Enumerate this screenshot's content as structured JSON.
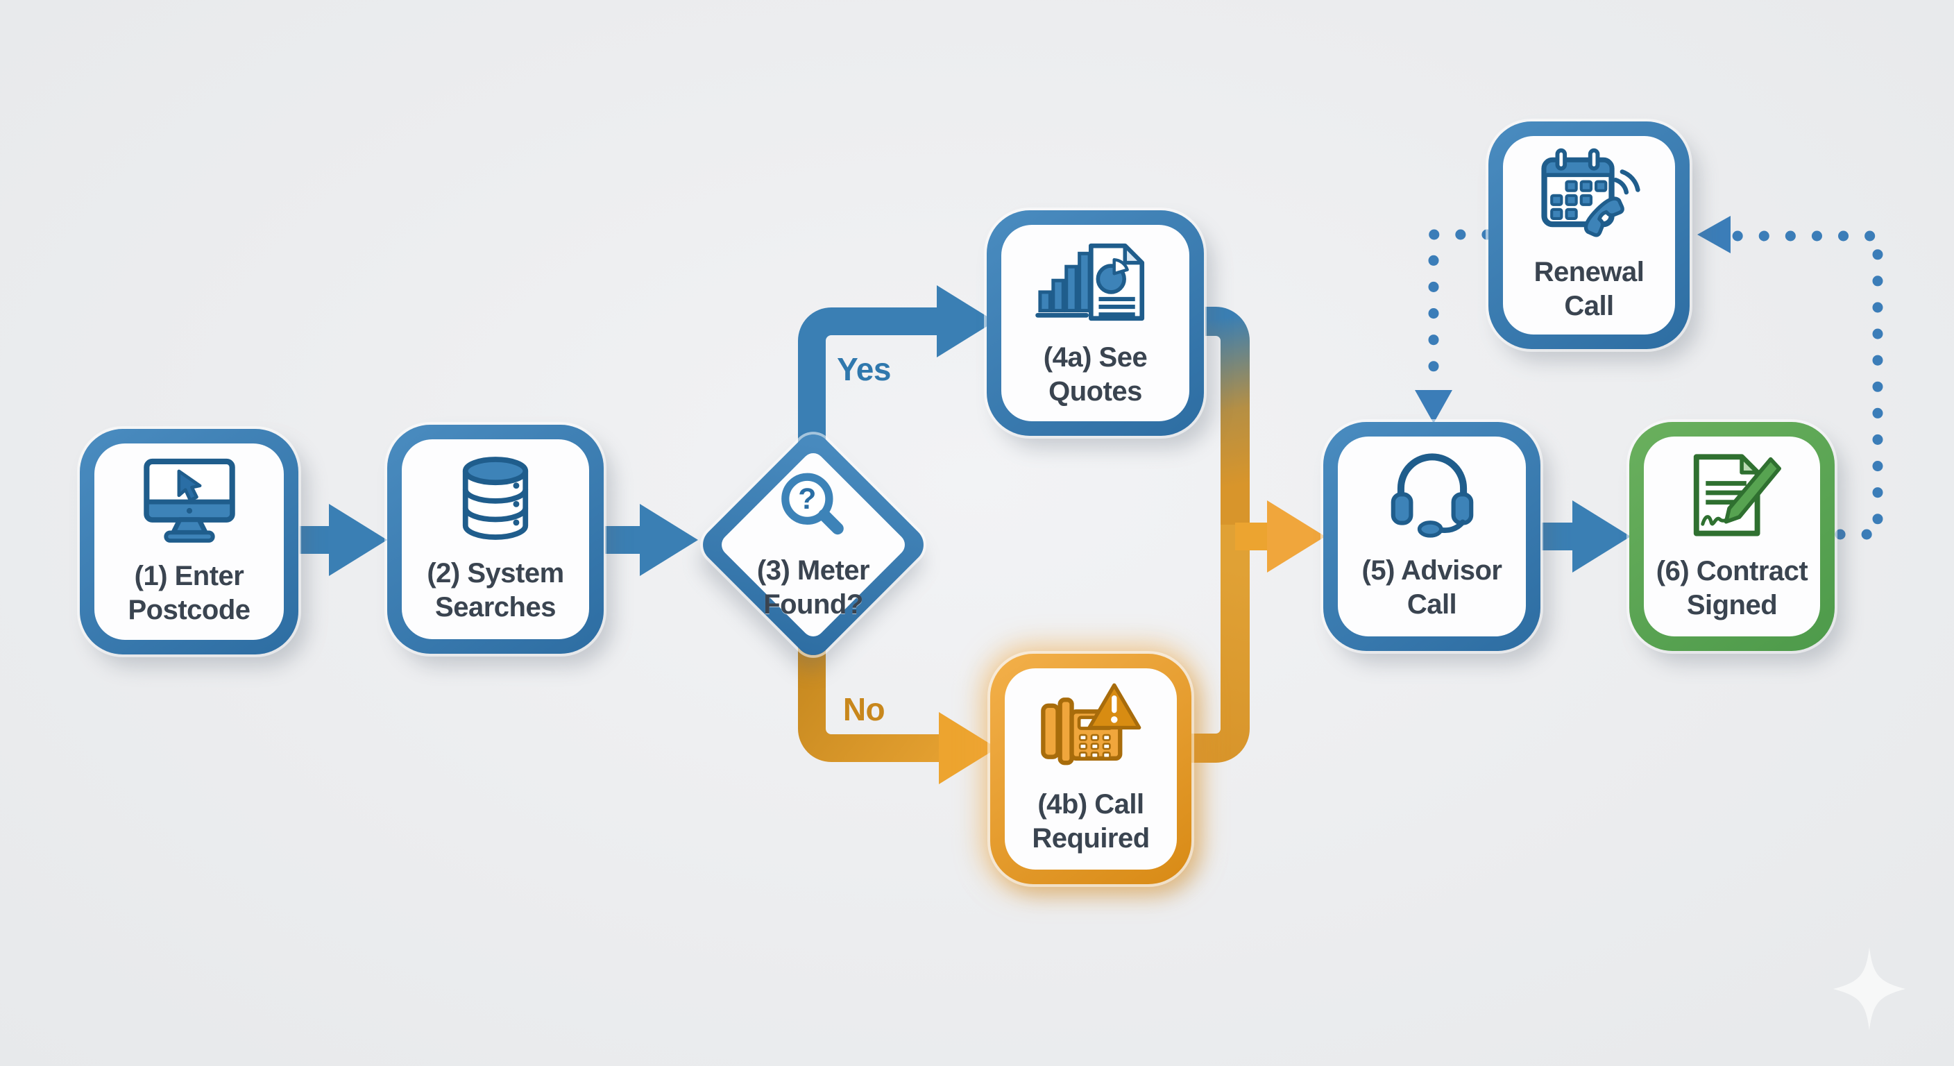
{
  "diagram": {
    "type": "flowchart",
    "description_visible_text_only": true
  },
  "nodes": [
    {
      "id": "enter-postcode",
      "label": "(1) Enter Postcode",
      "shape": "rounded-square",
      "border": "blue",
      "icon": "monitor-cursor-icon"
    },
    {
      "id": "system-searches",
      "label": "(2) System Searches",
      "shape": "rounded-square",
      "border": "blue",
      "icon": "database-icon"
    },
    {
      "id": "meter-found",
      "label": "(3) Meter Found?",
      "shape": "diamond",
      "border": "blue",
      "icon": "search-question-icon"
    },
    {
      "id": "see-quotes",
      "label": "(4a) See Quotes",
      "shape": "rounded-square",
      "border": "blue",
      "icon": "bar-chart-report-icon"
    },
    {
      "id": "call-required",
      "label": "(4b) Call Required",
      "shape": "rounded-square",
      "border": "orange",
      "icon": "phone-warning-icon",
      "highlighted": true
    },
    {
      "id": "advisor-call",
      "label": "(5) Advisor Call",
      "shape": "rounded-square",
      "border": "blue",
      "icon": "headset-icon"
    },
    {
      "id": "contract-signed",
      "label": "(6) Contract Signed",
      "shape": "rounded-square",
      "border": "green",
      "icon": "contract-pen-icon"
    },
    {
      "id": "renewal-call",
      "label": "Renewal Call",
      "shape": "rounded-square",
      "border": "blue",
      "icon": "calendar-phone-icon"
    }
  ],
  "labels": {
    "yes": "Yes",
    "no": "No"
  },
  "edges": [
    {
      "from": "enter-postcode",
      "to": "system-searches",
      "style": "solid",
      "color": "blue"
    },
    {
      "from": "system-searches",
      "to": "meter-found",
      "style": "solid",
      "color": "blue"
    },
    {
      "from": "meter-found",
      "to": "see-quotes",
      "style": "solid",
      "color": "blue",
      "label": "Yes"
    },
    {
      "from": "meter-found",
      "to": "call-required",
      "style": "solid",
      "color": "gold",
      "label": "No"
    },
    {
      "from": "see-quotes",
      "to": "advisor-call",
      "style": "solid",
      "color": "blue-to-gold"
    },
    {
      "from": "call-required",
      "to": "advisor-call",
      "style": "solid",
      "color": "gold"
    },
    {
      "from": "advisor-call",
      "to": "contract-signed",
      "style": "solid",
      "color": "blue"
    },
    {
      "from": "contract-signed",
      "to": "renewal-call",
      "style": "dotted",
      "color": "blue"
    },
    {
      "from": "renewal-call",
      "to": "advisor-call",
      "style": "dotted",
      "color": "blue"
    }
  ],
  "colors": {
    "background": "#ecedef",
    "node_border_blue": "#3a7fb4",
    "node_border_orange": "#e79d2a",
    "node_border_green": "#57a351",
    "node_fill": "#fdfdfe",
    "label_text": "#3a4450",
    "yes_text": "#2f78ad",
    "no_text": "#c8871c",
    "arrow_blue": "#3a7fb4",
    "arrow_gold": "#d8952b",
    "arrow_orange_bright": "#f0a63c",
    "dotted_blue": "#3b7db8",
    "highlight_glow": "rgba(240,166,60,0.55)"
  }
}
